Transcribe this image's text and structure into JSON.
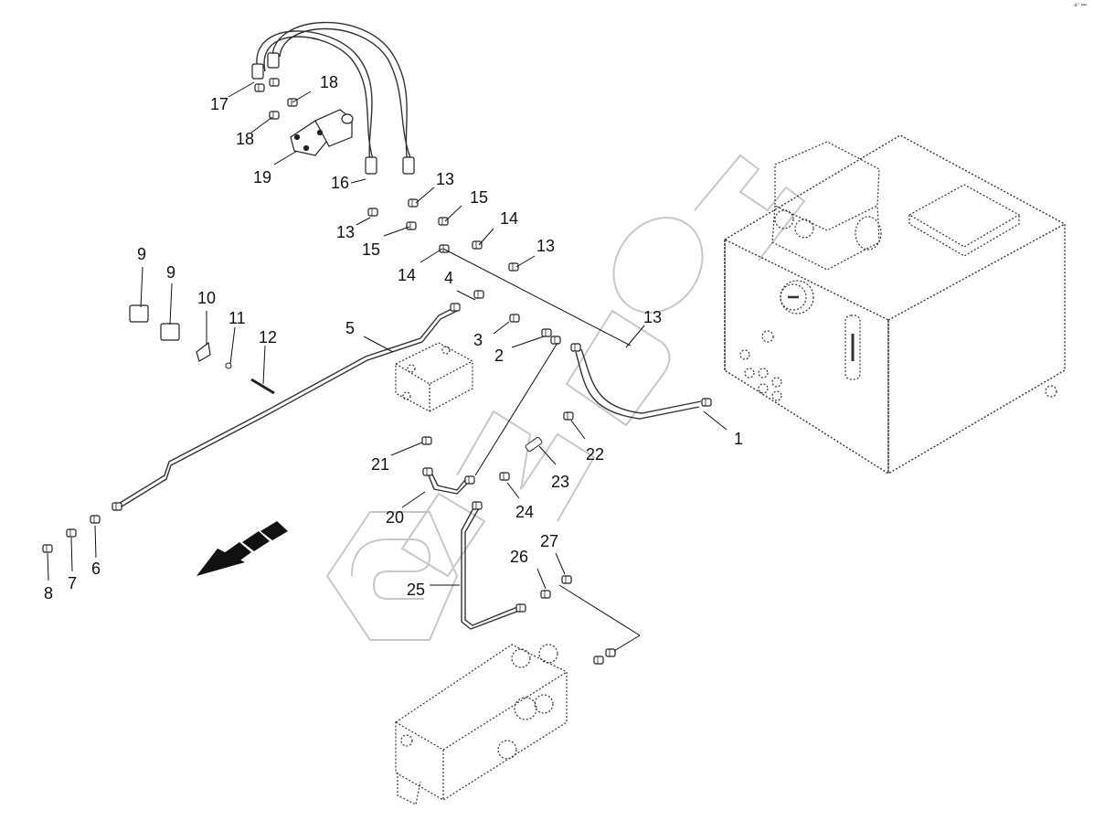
{
  "diagram": {
    "type": "exploded parts diagram",
    "subject": "hydraulic system assembly",
    "corner_mark": "a° ▪▪▪",
    "watermark_text": "СИБАУН",
    "direction_arrow": "forward-direction-arrow",
    "callouts": [
      {
        "id": "c1",
        "label": "1"
      },
      {
        "id": "c2",
        "label": "2"
      },
      {
        "id": "c3",
        "label": "3"
      },
      {
        "id": "c4",
        "label": "4"
      },
      {
        "id": "c5",
        "label": "5"
      },
      {
        "id": "c6",
        "label": "6"
      },
      {
        "id": "c7",
        "label": "7"
      },
      {
        "id": "c8",
        "label": "8"
      },
      {
        "id": "c9a",
        "label": "9"
      },
      {
        "id": "c9b",
        "label": "9"
      },
      {
        "id": "c10",
        "label": "10"
      },
      {
        "id": "c11",
        "label": "11"
      },
      {
        "id": "c12",
        "label": "12"
      },
      {
        "id": "c13a",
        "label": "13"
      },
      {
        "id": "c13b",
        "label": "13"
      },
      {
        "id": "c13c",
        "label": "13"
      },
      {
        "id": "c13d",
        "label": "13"
      },
      {
        "id": "c14a",
        "label": "14"
      },
      {
        "id": "c14b",
        "label": "14"
      },
      {
        "id": "c15a",
        "label": "15"
      },
      {
        "id": "c15b",
        "label": "15"
      },
      {
        "id": "c16",
        "label": "16"
      },
      {
        "id": "c17",
        "label": "17"
      },
      {
        "id": "c18a",
        "label": "18"
      },
      {
        "id": "c18b",
        "label": "18"
      },
      {
        "id": "c19",
        "label": "19"
      },
      {
        "id": "c20",
        "label": "20"
      },
      {
        "id": "c21",
        "label": "21"
      },
      {
        "id": "c22",
        "label": "22"
      },
      {
        "id": "c23",
        "label": "23"
      },
      {
        "id": "c24",
        "label": "24"
      },
      {
        "id": "c25",
        "label": "25"
      },
      {
        "id": "c26",
        "label": "26"
      },
      {
        "id": "c27",
        "label": "27"
      }
    ]
  }
}
